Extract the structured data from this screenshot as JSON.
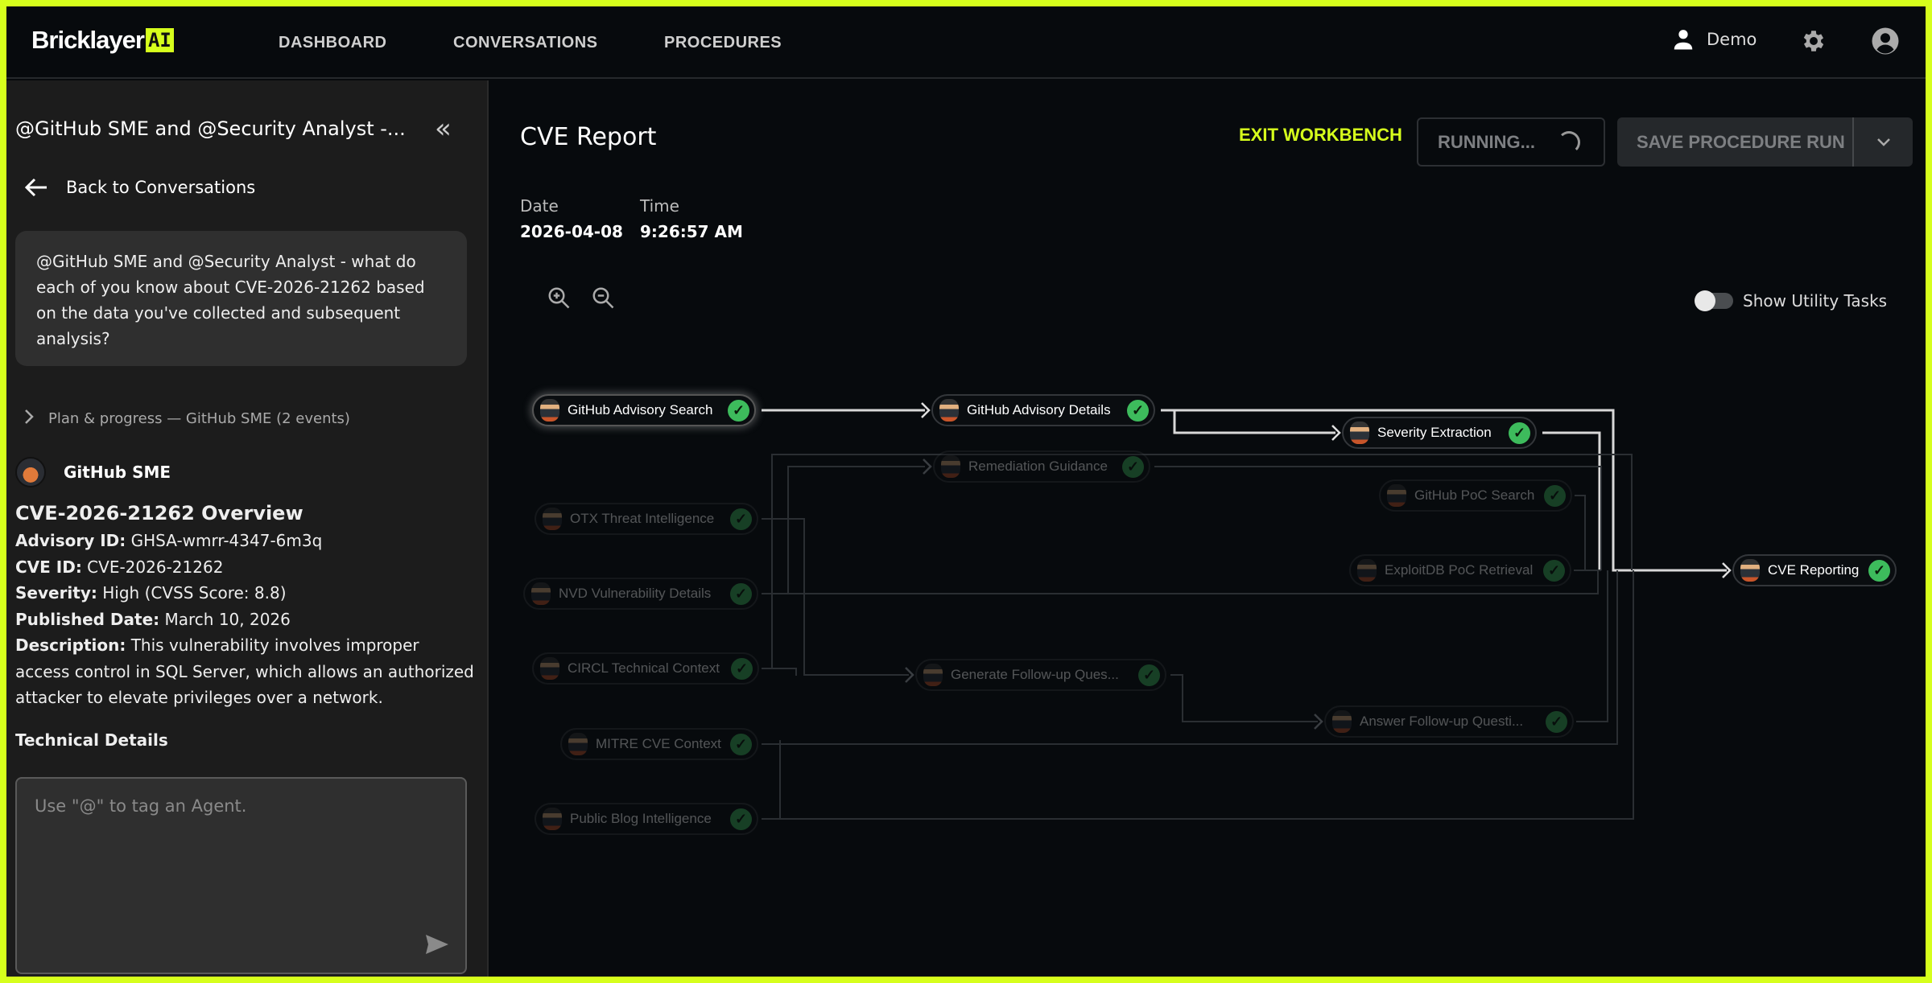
{
  "header": {
    "logo": "Bricklayer",
    "logo_badge": "AI",
    "nav": [
      "DASHBOARD",
      "CONVERSATIONS",
      "PROCEDURES"
    ],
    "user": "Demo"
  },
  "sidebar": {
    "title": "@GitHub SME and @Security Analyst -...",
    "back": "Back to Conversations",
    "user_message": "@GitHub SME and @Security Analyst - what do each of you know about CVE-2026-21262 based on the data you've collected and subsequent analysis?",
    "plan": "Plan & progress — GitHub SME (2 events)",
    "agent": "GitHub SME",
    "response": {
      "heading": "CVE-2026-21262 Overview",
      "fields": [
        {
          "k": "Advisory ID:",
          "v": " GHSA-wmrr-4347-6m3q"
        },
        {
          "k": "CVE ID:",
          "v": " CVE-2026-21262"
        },
        {
          "k": "Severity:",
          "v": " High (CVSS Score: 8.8)"
        },
        {
          "k": "Published Date:",
          "v": " March 10, 2026"
        },
        {
          "k": "Description:",
          "v": " This vulnerability involves improper access control in SQL Server, which allows an authorized attacker to elevate privileges over a network."
        }
      ],
      "subheading": "Technical Details"
    },
    "input_placeholder": "Use \"@\" to tag an Agent."
  },
  "main": {
    "title": "CVE Report",
    "date_label": "Date",
    "date": "2026-04-08",
    "time_label": "Time",
    "time": "9:26:57 AM",
    "exit": "EXIT WORKBENCH",
    "running": "RUNNING...",
    "save": "SAVE PROCEDURE RUN",
    "toggle_label": "Show Utility Tasks",
    "toggle_on": false
  },
  "colors": {
    "accent": "#d6ff1c",
    "success": "#3dbb5c"
  },
  "nodes": [
    {
      "id": "gas",
      "label": "GitHub Advisory Search",
      "state": "selected"
    },
    {
      "id": "gad",
      "label": "GitHub Advisory Details",
      "state": "active"
    },
    {
      "id": "sev",
      "label": "Severity Extraction",
      "state": "active"
    },
    {
      "id": "rem",
      "label": "Remediation Guidance",
      "state": "dim"
    },
    {
      "id": "poc",
      "label": "GitHub PoC Search",
      "state": "dim"
    },
    {
      "id": "otx",
      "label": "OTX Threat Intelligence",
      "state": "dim"
    },
    {
      "id": "edb",
      "label": "ExploitDB PoC Retrieval",
      "state": "dim"
    },
    {
      "id": "cve",
      "label": "CVE Reporting",
      "state": "active"
    },
    {
      "id": "nvd",
      "label": "NVD Vulnerability Details",
      "state": "dim"
    },
    {
      "id": "circl",
      "label": "CIRCL Technical Context",
      "state": "dim"
    },
    {
      "id": "gen",
      "label": "Generate Follow-up Ques...",
      "state": "dim"
    },
    {
      "id": "mitre",
      "label": "MITRE CVE Context",
      "state": "dim"
    },
    {
      "id": "ans",
      "label": "Answer Follow-up Questi...",
      "state": "dim"
    },
    {
      "id": "blog",
      "label": "Public Blog Intelligence",
      "state": "dim"
    }
  ]
}
